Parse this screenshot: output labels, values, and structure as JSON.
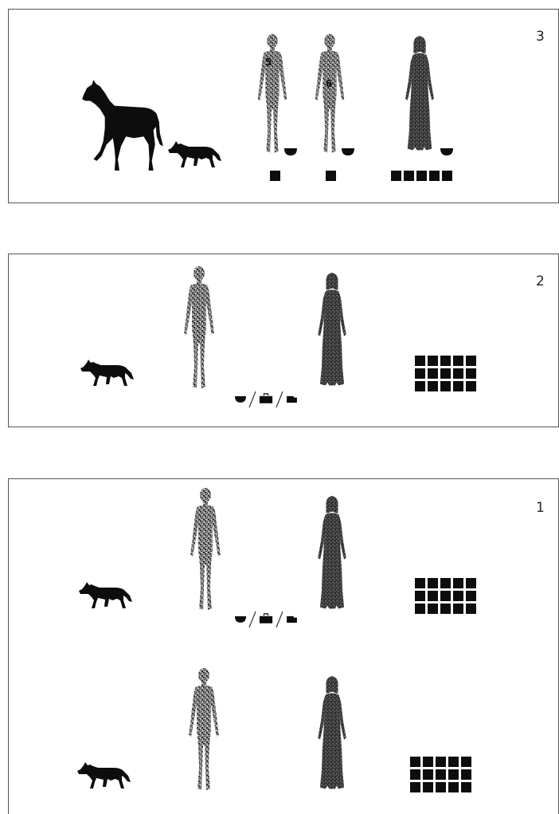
{
  "panels": [
    {
      "number": "3"
    },
    {
      "number": "2"
    },
    {
      "number": "1"
    }
  ],
  "colors": {
    "silhouette": "#0d0d0d",
    "stipple_human": "#6a6a6a",
    "border": "#555555",
    "background": "#ffffff"
  },
  "icons": {
    "horse": "horse-silhouette-icon",
    "dog": "dog-silhouette-icon",
    "man": "man-stipple-figure",
    "woman": "woman-stipple-figure",
    "bowl": "bowl-icon",
    "bag": "bag-icon",
    "box": "box-icon",
    "square": "square-token-icon"
  }
}
